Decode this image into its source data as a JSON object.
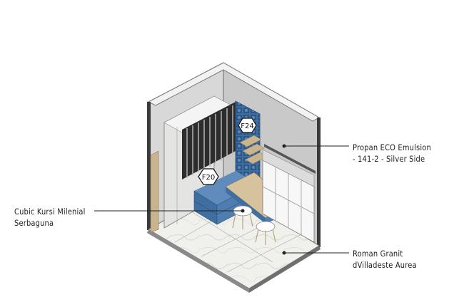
{
  "tags": {
    "f24": "F24",
    "f20": "F20"
  },
  "callouts": {
    "paint": {
      "line1": "Propan ECO Emulsion",
      "line2": "- 141-2 - Silver Side"
    },
    "chair": {
      "line1": "Cubic Kursi Milenial",
      "line2": "Serbaguna"
    },
    "floor": {
      "line1": "Roman Granit",
      "line2": "dVilladeste Aurea"
    }
  },
  "colors": {
    "wall_light": "#e6e6e6",
    "wall_mid": "#cfcfcf",
    "wall_dark": "#a9a9a9",
    "accent_blue": "#3f6fa0",
    "wood": "#c9b48e",
    "floor": "#eeeeea"
  }
}
